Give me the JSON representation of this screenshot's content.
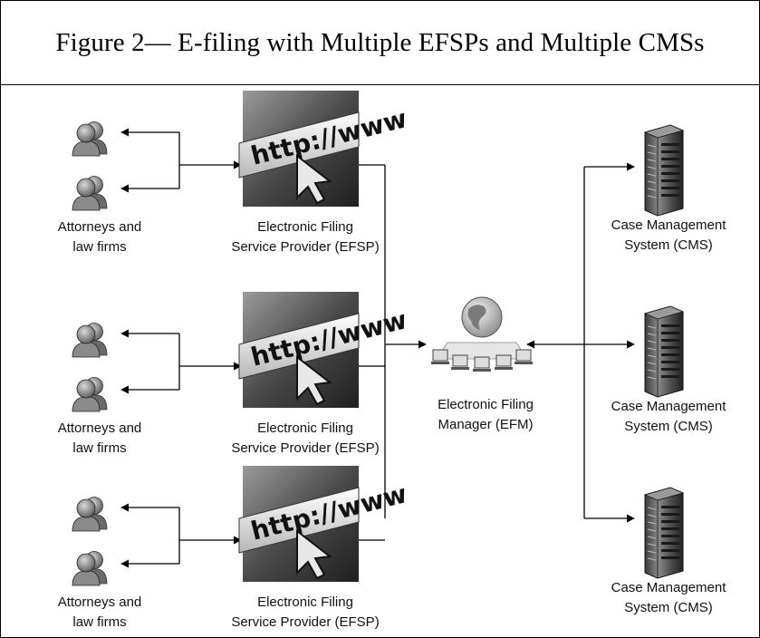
{
  "title": "Figure 2— E-filing with Multiple EFSPs and Multiple CMSs",
  "icons": {
    "user": "user-group-icon",
    "efsp": "browser-http-icon",
    "efm": "network-globe-icon",
    "cms": "server-tower-icon"
  },
  "url_text": "http://www",
  "rows": [
    {
      "attorneys": {
        "line1": "Attorneys and",
        "line2": "law firms"
      },
      "efsp": {
        "line1": "Electronic Filing",
        "line2": "Service Provider (EFSP)"
      },
      "cms": {
        "line1": "Case Management",
        "line2": "System (CMS)"
      }
    },
    {
      "attorneys": {
        "line1": "Attorneys and",
        "line2": "law firms"
      },
      "efsp": {
        "line1": "Electronic Filing",
        "line2": "Service Provider (EFSP)"
      },
      "cms": {
        "line1": "Case Management",
        "line2": "System (CMS)"
      }
    },
    {
      "attorneys": {
        "line1": "Attorneys and",
        "line2": "law firms"
      },
      "efsp": {
        "line1": "Electronic Filing",
        "line2": "Service Provider (EFSP)"
      },
      "cms": {
        "line1": "Case Management",
        "line2": "System (CMS)"
      }
    }
  ],
  "efm": {
    "line1": "Electronic Filing",
    "line2": "Manager (EFM)"
  }
}
